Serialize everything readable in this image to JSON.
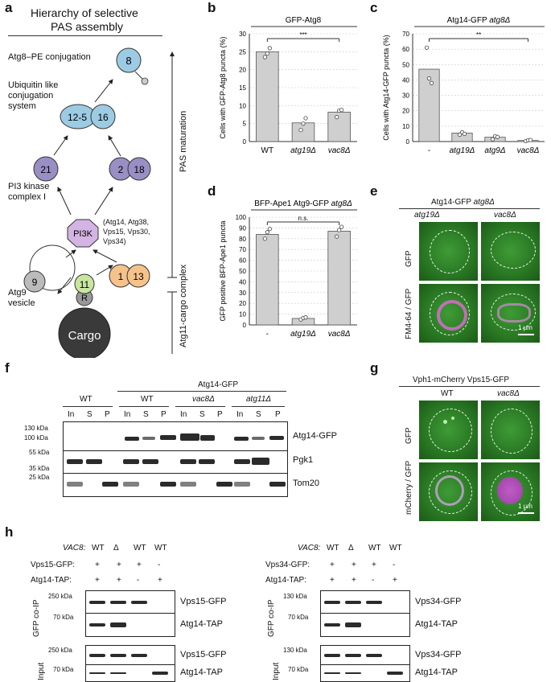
{
  "panel_a": {
    "letter": "a",
    "title_line1": "Hierarchy of selective",
    "title_line2": "PAS assembly",
    "atg8pe": "Atg8–PE conjugation",
    "ubl1": "Ubiquitin like",
    "ubl2": "conjugation",
    "ubl3": "system",
    "pi3k1": "PI3 kinase",
    "pi3k2": "complex I",
    "pi3k_members1": "(Atg14, Atg38,",
    "pi3k_members2": "Vps15, Vps30,",
    "pi3k_members3": "Vps34)",
    "vesicle1": "Atg9",
    "vesicle2": "vesicle",
    "pas_maturation": "PAS maturation",
    "cargo_complex": "Atg11-cargo complex",
    "n8": "8",
    "n12_5": "12-5",
    "n16": "16",
    "n21": "21",
    "n2": "2",
    "n18": "18",
    "npi3k": "PI3K",
    "n9": "9",
    "n1": "1",
    "n13": "13",
    "n11": "11",
    "nR": "R",
    "cargo": "Cargo"
  },
  "panel_b": {
    "letter": "b"
  },
  "panel_c": {
    "letter": "c"
  },
  "panel_d": {
    "letter": "d"
  },
  "chart_data": [
    {
      "type": "bar",
      "panel": "b",
      "title": "GFP-Atg8",
      "ylabel": "Cells with GFP-Atg8 puncta (%)",
      "categories": [
        "WT",
        "atg19Δ",
        "vac8Δ"
      ],
      "italic": [
        false,
        true,
        true
      ],
      "values": [
        25,
        5.2,
        8.2
      ],
      "points": [
        [
          23.5,
          24.5,
          26
        ],
        [
          3.2,
          5,
          6.5
        ],
        [
          6.8,
          8.6,
          8.8
        ]
      ],
      "ylim": [
        0,
        30
      ],
      "yticks": [
        0,
        5,
        10,
        15,
        20,
        25,
        30
      ],
      "sig": {
        "label": "***",
        "from": 0,
        "to": 2
      }
    },
    {
      "type": "bar",
      "panel": "c",
      "title": "Atg14-GFP atg8Δ",
      "title_plain": "Atg14-GFP ",
      "title_italic": "atg8Δ",
      "ylabel": "Cells with Atg14-GFP puncta (%)",
      "categories": [
        "-",
        "atg19Δ",
        "atg9Δ",
        "vac8Δ"
      ],
      "italic": [
        false,
        true,
        true,
        true
      ],
      "values": [
        47,
        5.5,
        2.8,
        0.7
      ],
      "points": [
        [
          61,
          41,
          38
        ],
        [
          4.5,
          6,
          5
        ],
        [
          1.5,
          3.5,
          3
        ],
        [
          0.3,
          0.8,
          1
        ]
      ],
      "ylim": [
        0,
        70
      ],
      "yticks": [
        0,
        10,
        20,
        30,
        40,
        50,
        60,
        70
      ],
      "sig": {
        "label": "**",
        "from": 0,
        "to": 3
      }
    },
    {
      "type": "bar",
      "panel": "d",
      "title": "BFP-Ape1 Atg9-GFP atg8Δ",
      "title_plain": "BFP-Ape1 Atg9-GFP ",
      "title_italic": "atg8Δ",
      "ylabel": "GFP positive BFP-Ape1 puncta",
      "categories": [
        "-",
        "atg19Δ",
        "vac8Δ"
      ],
      "italic": [
        false,
        true,
        true
      ],
      "values": [
        84,
        6,
        87
      ],
      "points": [
        [
          80,
          86,
          89
        ],
        [
          5,
          6.5,
          7
        ],
        [
          82,
          88,
          91
        ]
      ],
      "ylim": [
        0,
        100
      ],
      "yticks": [
        0,
        10,
        20,
        30,
        40,
        50,
        60,
        70,
        80,
        90,
        100
      ],
      "sig": {
        "label": "n.s.",
        "from": 0,
        "to": 2
      }
    }
  ],
  "panel_e": {
    "letter": "e",
    "title_plain": "Atg14-GFP ",
    "title_italic": "atg8Δ",
    "col1": "atg19Δ",
    "col2": "vac8Δ",
    "row1": "GFP",
    "row2": "FM4-64 / GFP",
    "scale": "1 µm"
  },
  "panel_f": {
    "letter": "f",
    "group_header": "Atg14-GFP",
    "g1": "WT",
    "g2": "WT",
    "g3": "vac8Δ",
    "g4": "atg11Δ",
    "lanes": [
      "In",
      "S",
      "P",
      "In",
      "S",
      "P",
      "In",
      "S",
      "P",
      "In",
      "S",
      "P"
    ],
    "mw": [
      "130 kDa",
      "100 kDa",
      "55 kDa",
      "35 kDa",
      "25 kDa"
    ],
    "labels": [
      "Atg14-GFP",
      "Pgk1",
      "Tom20"
    ]
  },
  "panel_g": {
    "letter": "g",
    "title": "Vph1-mCherry Vps15-GFP",
    "col1": "WT",
    "col2": "vac8Δ",
    "row1": "GFP",
    "row2": "mCherry / GFP",
    "scale": "1 µm"
  },
  "panel_h": {
    "letter": "h",
    "left": {
      "vac8": "VAC8:",
      "r1": "Vps15-GFP:",
      "r2": "Atg14-TAP:",
      "genotype": [
        "WT",
        "Δ",
        "WT",
        "WT"
      ],
      "row1": [
        "+",
        "+",
        "+",
        "-"
      ],
      "row2": [
        "+",
        "+",
        "-",
        "+"
      ],
      "mw_top": [
        "250 kDa",
        "70 kDa"
      ],
      "mw_bot": [
        "250 kDa",
        "70 kDa"
      ],
      "labels": [
        "Vps15-GFP",
        "Atg14-TAP",
        "Vps15-GFP",
        "Atg14-TAP"
      ],
      "coip": "GFP co-IP",
      "input": "Input"
    },
    "right": {
      "vac8": "VAC8:",
      "r1": "Vps34-GFP:",
      "r2": "Atg14-TAP:",
      "genotype": [
        "WT",
        "Δ",
        "WT",
        "WT"
      ],
      "row1": [
        "+",
        "+",
        "+",
        "-"
      ],
      "row2": [
        "+",
        "+",
        "-",
        "+"
      ],
      "mw_top": [
        "130 kDa",
        "70 kDa"
      ],
      "mw_bot": [
        "130 kDa",
        "70 kDa"
      ],
      "labels": [
        "Vps34-GFP",
        "Atg14-TAP",
        "Vps34-GFP",
        "Atg14-TAP"
      ],
      "coip": "GFP co-IP",
      "input": "Input"
    }
  }
}
